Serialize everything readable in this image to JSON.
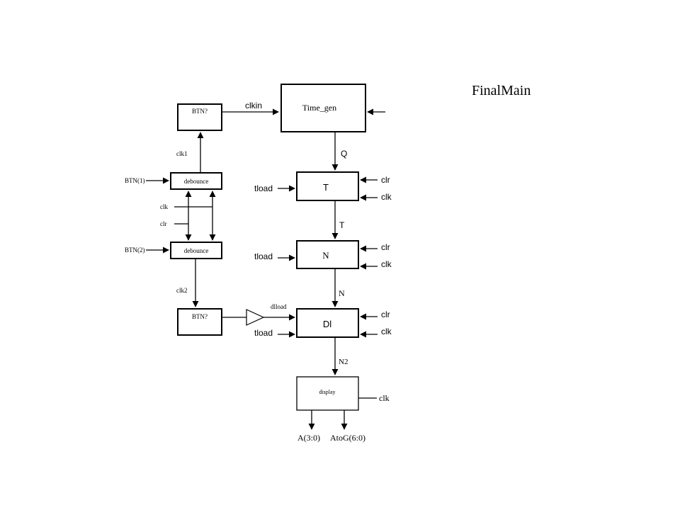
{
  "title": "FinalMain",
  "blocks": {
    "btn_top": "BTN?",
    "debounce_1": "debounce",
    "debounce_2": "debounce",
    "btn_bottom": "BTN?",
    "time_gen": "Time_gen",
    "t_block": "T",
    "n_block": "N",
    "dl_block": "Dl",
    "display": "display"
  },
  "signals": {
    "clkin": "clkin",
    "clk1": "clk1",
    "btn1": "BTN(1)",
    "btn2": "BTN(2)",
    "clk_left": "clk",
    "clr_left": "clr",
    "clk2": "clk2",
    "dlload": "dlload",
    "q": "Q",
    "t_out": "T",
    "n_out": "N",
    "n2": "N2",
    "tload_t": "tload",
    "tload_n": "tload",
    "tload_dl": "tload",
    "clr_t": "clr",
    "clk_t": "clk",
    "clr_n": "clr",
    "clk_n": "clk",
    "clr_dl": "clr",
    "clk_dl": "clk",
    "clk_display": "clk",
    "a_out": "A(3:0)",
    "atog_out": "AtoG(6:0)"
  }
}
